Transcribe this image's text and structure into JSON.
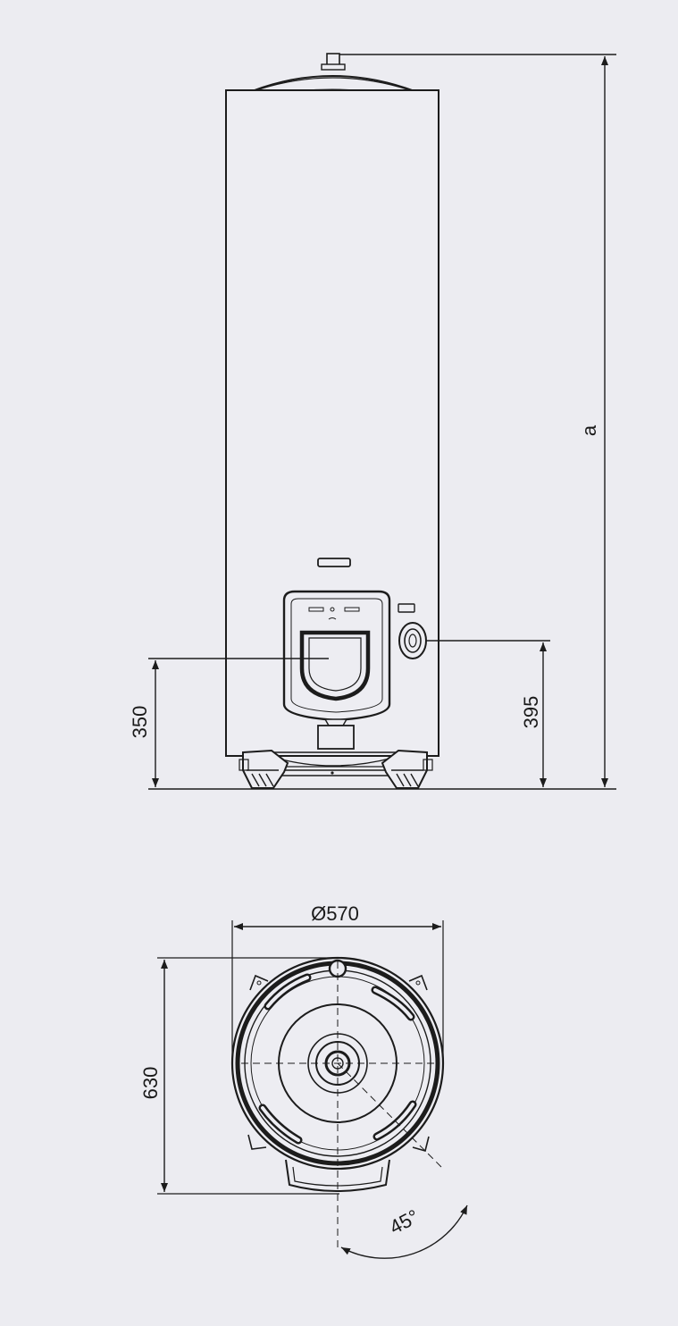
{
  "dimensions": {
    "height_label": "a",
    "left_height": "350",
    "right_height": "395",
    "diameter": "Ø570",
    "depth": "630",
    "angle": "45°"
  },
  "colors": {
    "line": "#1c1c1c",
    "background": "#ececf1",
    "body": "#ededf2"
  }
}
